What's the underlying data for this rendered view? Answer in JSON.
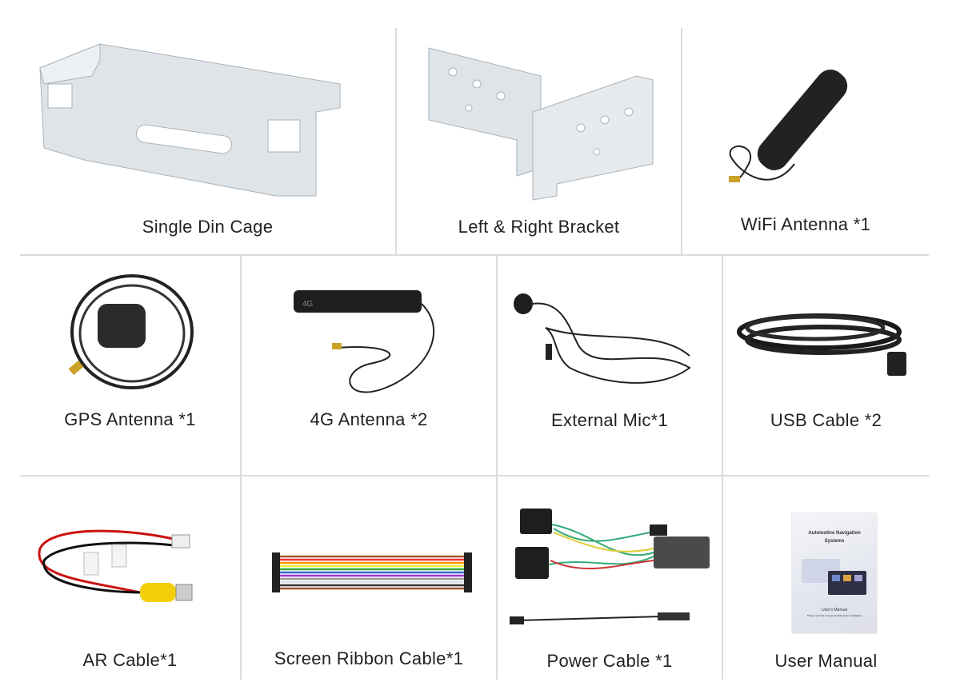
{
  "items": [
    {
      "label": "Single Din Cage"
    },
    {
      "label": "Left & Right Bracket"
    },
    {
      "label": "WiFi Antenna *1"
    },
    {
      "label": "GPS Antenna *1"
    },
    {
      "label": "4G Antenna *2"
    },
    {
      "label": "External Mic*1"
    },
    {
      "label": "USB Cable *2"
    },
    {
      "label": "AR Cable*1"
    },
    {
      "label": "Screen Ribbon Cable*1"
    },
    {
      "label": "Power Cable *1"
    },
    {
      "label": "User Manual"
    }
  ],
  "manual": {
    "title_line1": "Automotive Navigation",
    "title_line2": "Systems",
    "subtitle": "User's Manual",
    "note": "Please read this manual carefully before installation"
  },
  "antenna_badge": "4G",
  "colors": {
    "grid_line": "#dcdcdc",
    "metal": "#dfe4e8",
    "cable": "#1a1a1a"
  }
}
